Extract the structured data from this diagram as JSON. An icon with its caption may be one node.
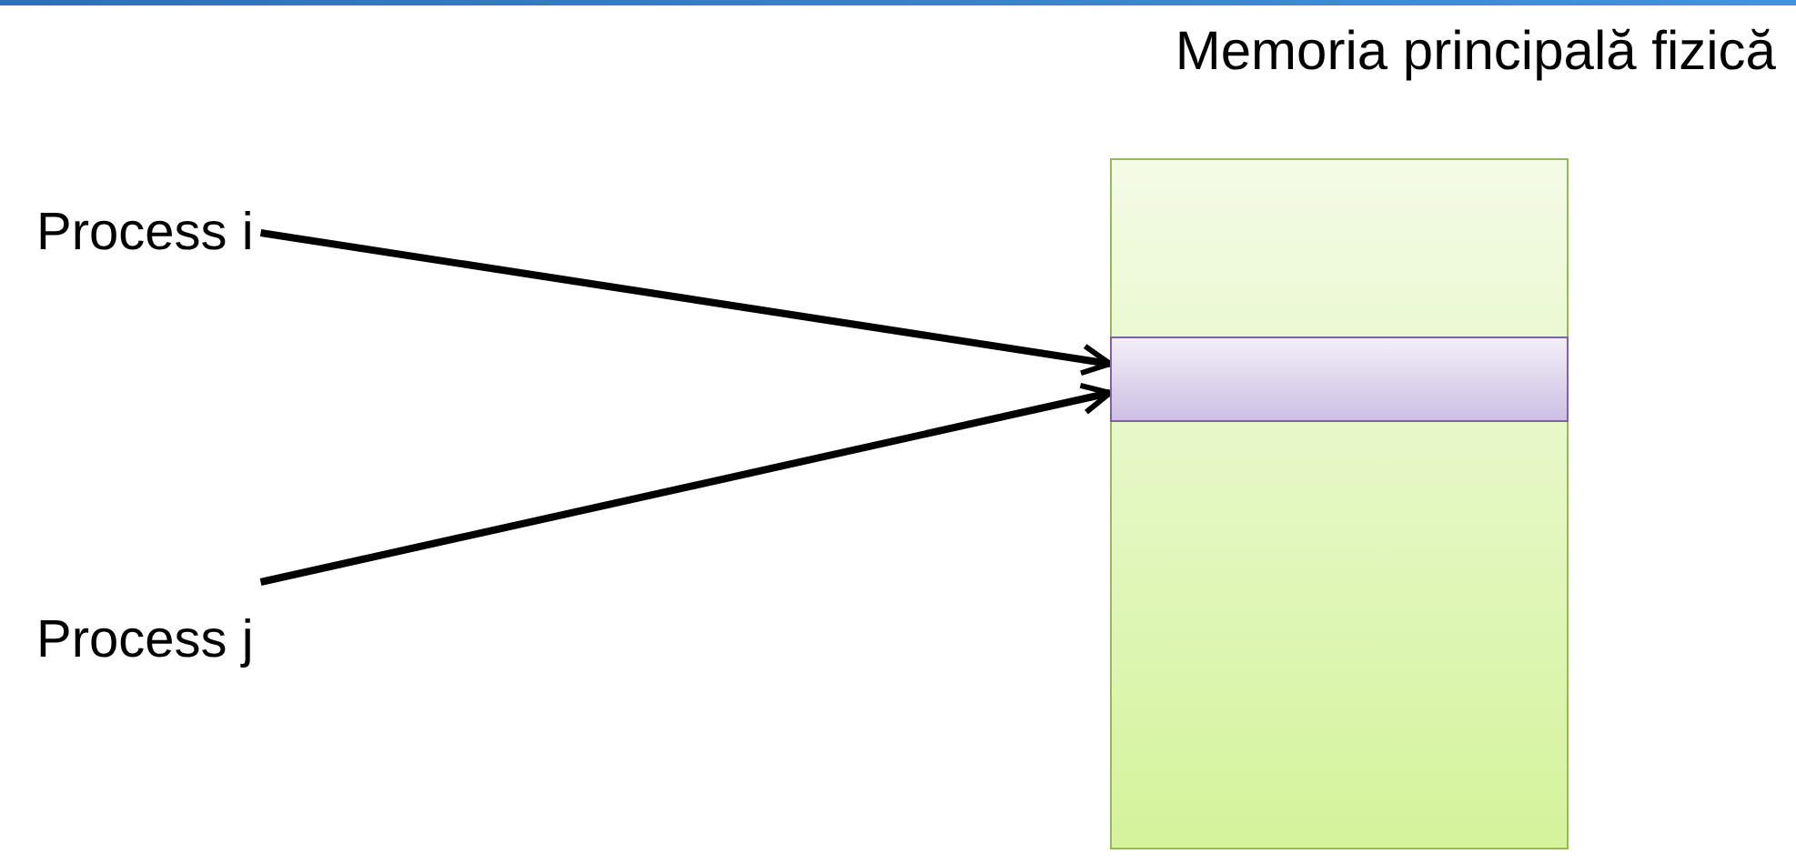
{
  "diagram": {
    "nodes": [
      {
        "text": [
          "Process i"
        ]
      },
      {
        "text": [
          "Process j"
        ]
      },
      {
        "text": [
          "Memoria principală fizică"
        ]
      },
      {
        "text": [],
        "shape": "box",
        "in": 2
      }
    ],
    "edges": [
      {
        "from": 0,
        "to": 3,
        "arrow": "to"
      },
      {
        "from": 1,
        "to": 3,
        "arrow": "to"
      }
    ]
  }
}
